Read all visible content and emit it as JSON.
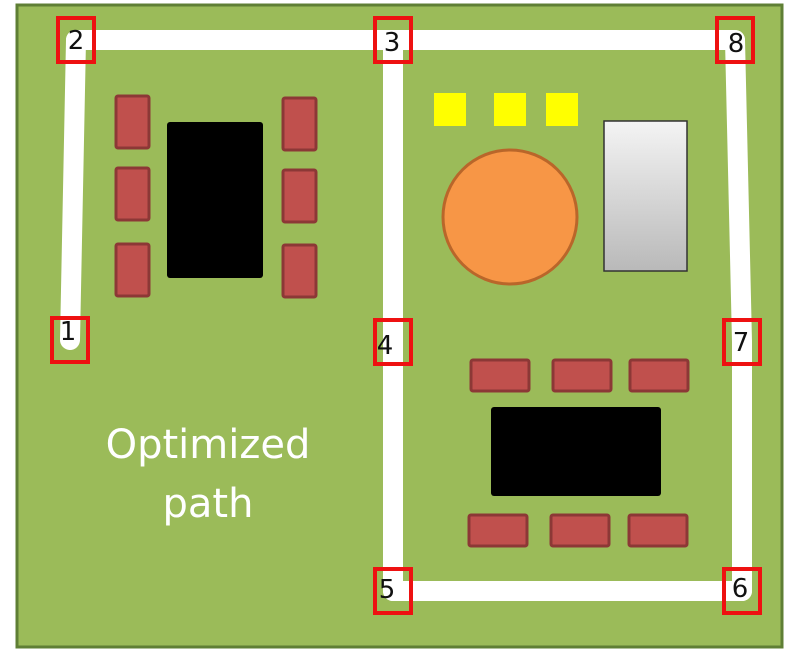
{
  "diagram": {
    "caption_lines": [
      "Optimized",
      "path"
    ],
    "colors": {
      "board": "#9bbb59",
      "board_border": "#5f7f35",
      "path": "#ffffff",
      "marker_stroke": "#ee1111",
      "chip": "#000000",
      "pad_fill": "#c0504d",
      "pad_stroke": "#8c3836",
      "yellow": "#ffff00",
      "circle_fill": "#f79646",
      "circle_stroke": "#b9662a"
    },
    "nodes": [
      {
        "id": "1",
        "label": "1"
      },
      {
        "id": "2",
        "label": "2"
      },
      {
        "id": "3",
        "label": "3"
      },
      {
        "id": "4",
        "label": "4"
      },
      {
        "id": "5",
        "label": "5"
      },
      {
        "id": "6",
        "label": "6"
      },
      {
        "id": "7",
        "label": "7"
      },
      {
        "id": "8",
        "label": "8"
      }
    ],
    "path_order": [
      "1",
      "2",
      "3",
      "4",
      "5",
      "6",
      "7",
      "8",
      "3"
    ]
  }
}
